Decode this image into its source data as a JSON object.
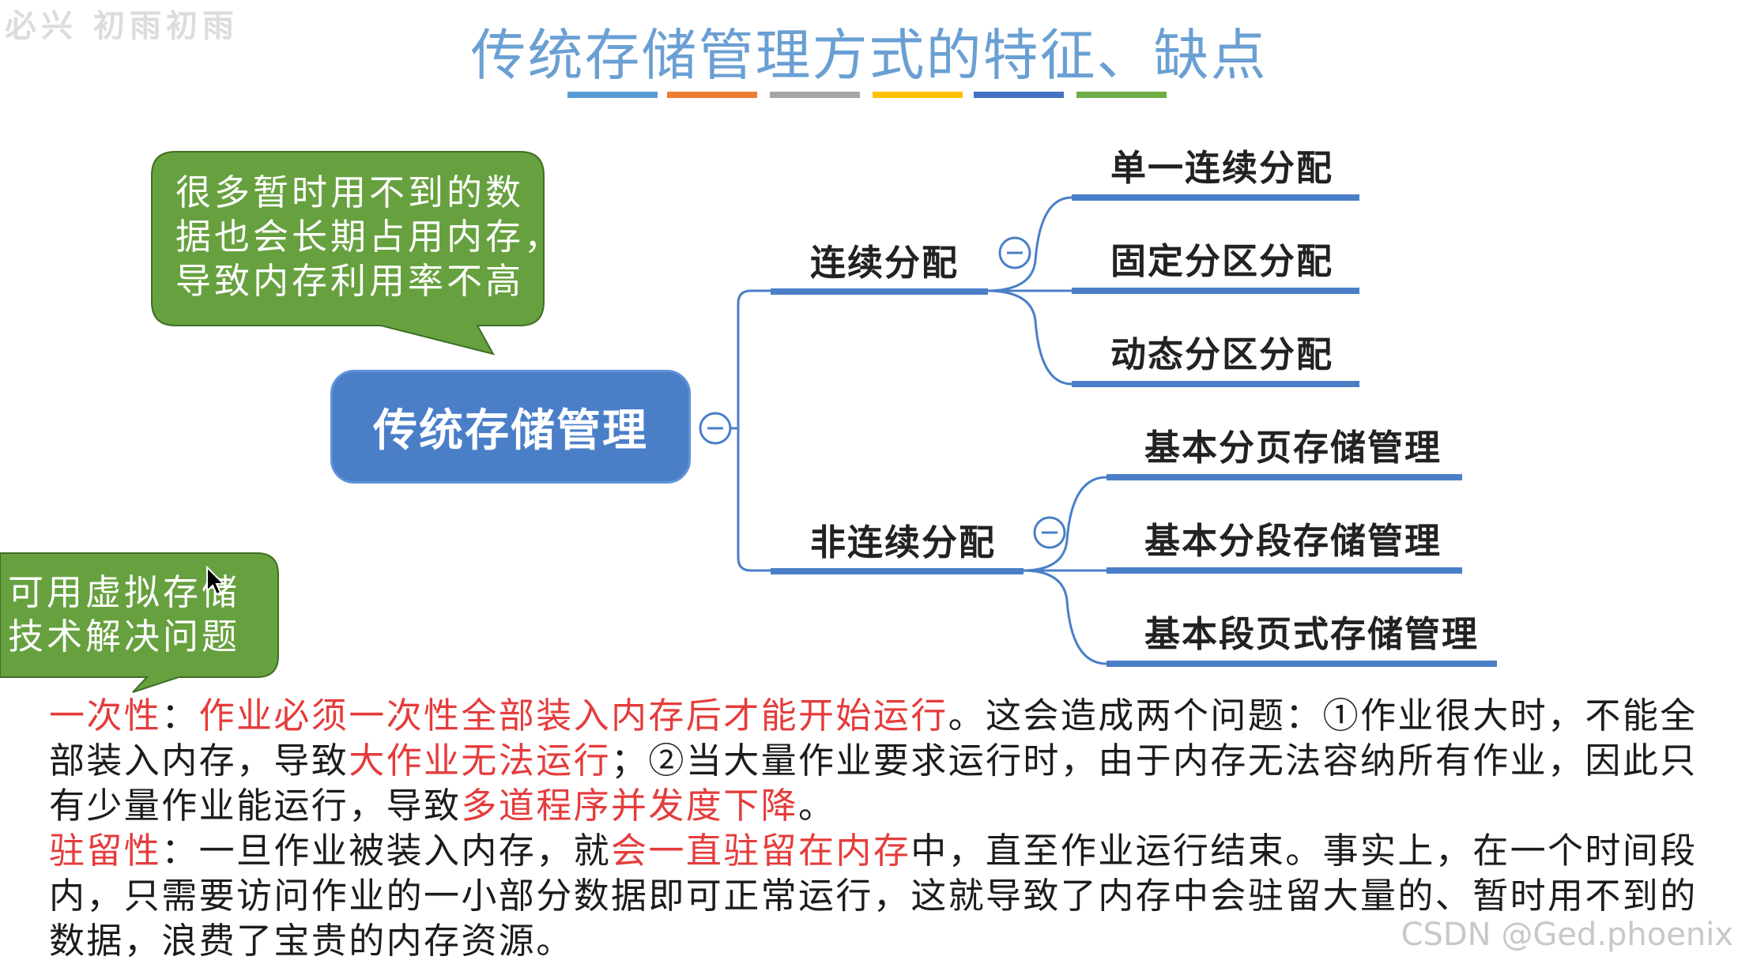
{
  "header": {
    "watermark": "必兴 初雨初雨",
    "title": "传统存储管理方式的特征、缺点",
    "underline_colors": [
      "#5b9bd5",
      "#ed7d31",
      "#a5a5a5",
      "#ffc000",
      "#4472c4",
      "#70ad47"
    ]
  },
  "callouts": {
    "top": {
      "lines": [
        "很多暂时用不到的数",
        "据也会长期占用内存，",
        "导致内存利用率不高"
      ],
      "color": "#67a13f"
    },
    "left": {
      "lines": [
        "可用虚拟存储",
        "技术解决问题"
      ],
      "color": "#67a13f"
    }
  },
  "mindmap": {
    "root": "传统存储管理",
    "branches": [
      {
        "label": "连续分配",
        "children": [
          "单一连续分配",
          "固定分区分配",
          "动态分区分配"
        ]
      },
      {
        "label": "非连续分配",
        "children": [
          "基本分页存储管理",
          "基本分段存储管理",
          "基本段页式存储管理"
        ]
      }
    ],
    "line_color": "#4a7fc8",
    "collapse_symbol": "⊖"
  },
  "body": {
    "p1": {
      "term": "一次性",
      "colon": "：",
      "red1": "作业必须一次性全部装入内存后才能开始运行",
      "t1": "。这会造成两个问题：①作业很大时，不能全部装入内存，导致",
      "red2": "大作业无法运行",
      "t2": "；②当大量作业要求运行时，由于内存无法容纳所有作业，因此只有少量作业能运行，导致",
      "red3": "多道程序并发度下降",
      "t3": "。"
    },
    "p2": {
      "term": "驻留性",
      "t1": "：一旦作业被装入内存，就",
      "red1": "会一直驻留在内存",
      "t2": "中，直至作业运行结束。事实上，在一个时间段内，只需要访问作业的一小部分数据即可正常运行，这就导致了内存中会驻留大量的、暂时用不到的数据，浪费了宝贵的内存资源。"
    }
  },
  "footer": {
    "watermark": "CSDN @Ged.phoenix"
  }
}
